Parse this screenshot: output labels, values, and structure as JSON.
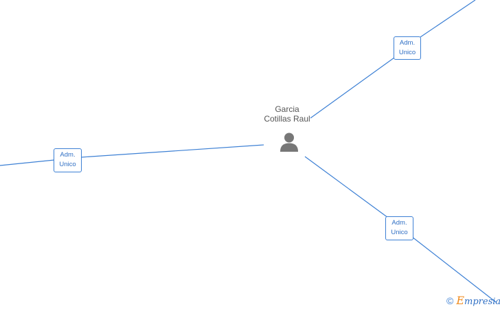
{
  "person": {
    "name_line1": "Garcia",
    "name_line2": "Cotillas Raul",
    "icon": "person-icon"
  },
  "roles": [
    {
      "line1": "Adm.",
      "line2": "Unico"
    },
    {
      "line1": "Adm.",
      "line2": "Unico"
    },
    {
      "line1": "Adm.",
      "line2": "Unico"
    }
  ],
  "watermark": {
    "copyright_symbol": "©",
    "brand_initial": "E",
    "brand_rest": "mpresia"
  },
  "colors": {
    "edge": "#3b7fd4",
    "label": "#2f6fc4",
    "person_text": "#555555",
    "icon": "#777777",
    "brand_accent": "#f08a1c"
  }
}
